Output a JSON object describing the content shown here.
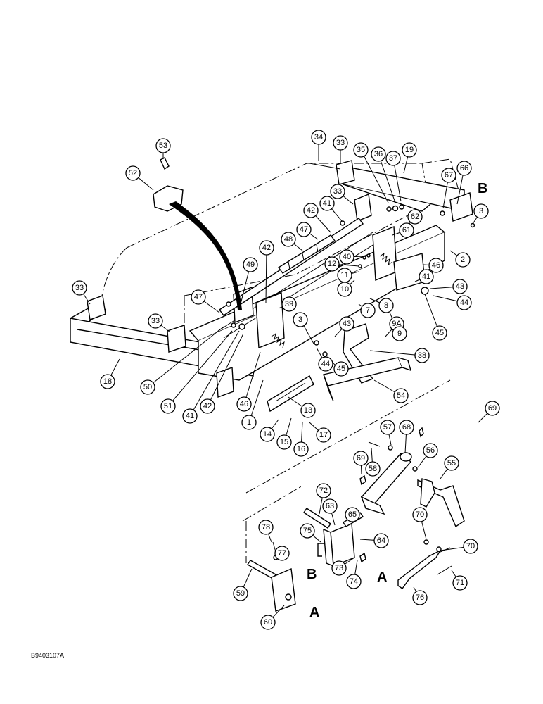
{
  "drawing_code": "B9403107A",
  "section_letters": [
    "A",
    "B",
    "A",
    "B"
  ],
  "callouts": [
    "53",
    "52",
    "34",
    "33",
    "35",
    "36",
    "37",
    "19",
    "67",
    "66",
    "3",
    "33",
    "41",
    "42",
    "62",
    "61",
    "2",
    "47",
    "48",
    "40",
    "46",
    "12",
    "11",
    "10",
    "41",
    "43",
    "44",
    "49",
    "42",
    "33",
    "39",
    "7",
    "8",
    "9A",
    "9",
    "45",
    "47",
    "33",
    "3",
    "43",
    "44",
    "45",
    "38",
    "18",
    "50",
    "51",
    "41",
    "42",
    "46",
    "1",
    "13",
    "54",
    "14",
    "15",
    "16",
    "17",
    "69",
    "57",
    "68",
    "56",
    "58",
    "69",
    "55",
    "72",
    "65",
    "63",
    "64",
    "75",
    "70",
    "70",
    "78",
    "77",
    "73",
    "74",
    "71",
    "59",
    "76",
    "60"
  ]
}
